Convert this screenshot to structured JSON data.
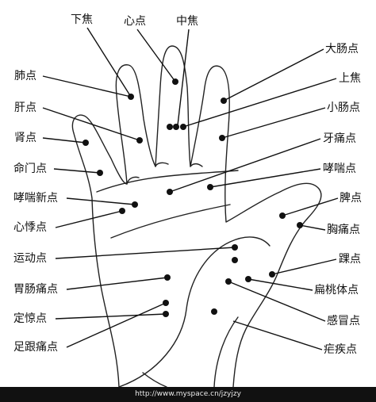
{
  "labels": {
    "xiajiao": "下焦",
    "xindian": "心点",
    "zhongjiao": "中焦",
    "feidian": "肺点",
    "gandian": "肝点",
    "shendian": "肾点",
    "mingmendian": "命门点",
    "xiaochuanxindian": "哮喘新点",
    "xinjidian": "心悸点",
    "yundongdian": "运动点",
    "weichangtongdian": "胃肠痛点",
    "dingjingdian": "定惊点",
    "zugentongdian": "足跟痛点",
    "dachangdian": "大肠点",
    "shangjiao": "上焦",
    "xiaochangdian": "小肠点",
    "yatongdian": "牙痛点",
    "xiaochuandian": "哮喘点",
    "pidian": "脾点",
    "xiongtongdian": "胸痛点",
    "huaidian": "踝点",
    "biantaotidian": "扁桃体点",
    "ganmaodian": "感冒点",
    "nuejidian": "疟疾点"
  },
  "watermark": "http://www.myspace.cn/jzyjzy"
}
